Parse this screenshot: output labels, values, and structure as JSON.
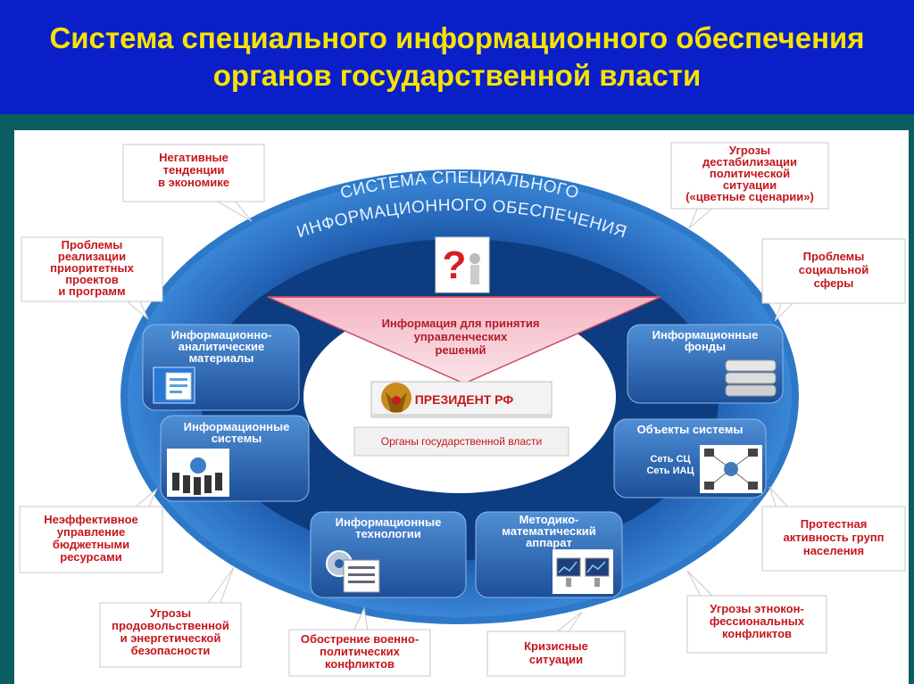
{
  "title": {
    "line1": "Система специального информационного обеспечения",
    "line2": "органов государственной власти"
  },
  "ring_label": {
    "line1": "СИСТЕМА СПЕЦИАЛЬНОГО",
    "line2": "ИНФОРМАЦИОННОГО ОБЕСПЕЧЕНИЯ"
  },
  "center": {
    "decision_info": [
      "Информация для принятия",
      "управленческих",
      "решений"
    ],
    "president": "ПРЕЗИДЕНТ РФ",
    "authorities": "Органы государственной власти"
  },
  "ring_boxes": [
    {
      "id": "analytic",
      "lines": [
        "Информационно-",
        "аналитические",
        "материалы"
      ],
      "icon": "folder-documents-icon"
    },
    {
      "id": "funds",
      "lines": [
        "Информационные",
        "фонды"
      ],
      "icon": "database-icon"
    },
    {
      "id": "systems",
      "lines": [
        "Информационные",
        "системы"
      ],
      "icon": "server-network-icon"
    },
    {
      "id": "objects",
      "lines": [
        "Объекты системы"
      ],
      "extra": [
        "Сеть СЦ",
        "Сеть ИАЦ"
      ],
      "icon": "network-nodes-icon"
    },
    {
      "id": "tech",
      "lines": [
        "Информационные",
        "технологии"
      ],
      "icon": "gears-checklist-icon"
    },
    {
      "id": "math",
      "lines": [
        "Методико-",
        "математический",
        "аппарат"
      ],
      "icon": "monitors-chart-icon"
    }
  ],
  "callouts": [
    {
      "id": "neg-trends",
      "lines": [
        "Негативные",
        "тенденции",
        "в экономике"
      ]
    },
    {
      "id": "destab",
      "lines": [
        "Угрозы",
        "дестабилизации",
        "политической",
        "ситуации",
        "(«цветные сценарии»)"
      ]
    },
    {
      "id": "priority",
      "lines": [
        "Проблемы",
        "реализации",
        "приоритетных",
        "проектов",
        "и программ"
      ]
    },
    {
      "id": "social",
      "lines": [
        "Проблемы",
        "социальной",
        "сферы"
      ]
    },
    {
      "id": "budget",
      "lines": [
        "Неэффективное",
        "управление",
        "бюджетными",
        "ресурсами"
      ]
    },
    {
      "id": "protest",
      "lines": [
        "Протестная",
        "активность групп",
        "населения"
      ]
    },
    {
      "id": "food",
      "lines": [
        "Угрозы",
        "продовольственной",
        "и энергетической",
        "безопасности"
      ]
    },
    {
      "id": "military",
      "lines": [
        "Обострение военно-",
        "политических",
        "конфликтов"
      ]
    },
    {
      "id": "crisis",
      "lines": [
        "Кризисные",
        "ситуации"
      ]
    },
    {
      "id": "ethno",
      "lines": [
        "Угрозы этнокон-",
        "фессиональных",
        "конфликтов"
      ]
    }
  ],
  "colors": {
    "header_bg": "#0b1fc8",
    "title": "#f6e300",
    "callout_text": "#c4161c",
    "ring_outer": "#1f64b8",
    "ring_inner": "#0d3f86"
  }
}
